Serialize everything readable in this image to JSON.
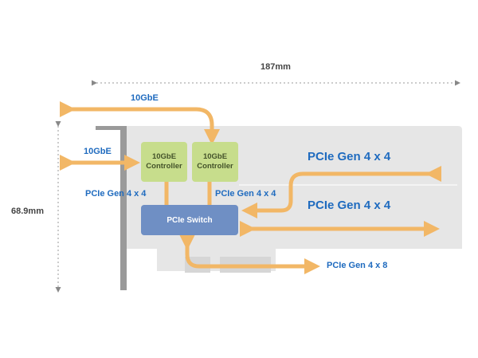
{
  "dimensions": {
    "length": "187mm",
    "height": "68.9mm"
  },
  "chips": {
    "controller_1": {
      "line1": "10GbE",
      "line2": "Controller"
    },
    "controller_2": {
      "line1": "10GbE",
      "line2": "Controller"
    },
    "switch": "PCIe Switch"
  },
  "labels": {
    "top_10gbe": "10GbE",
    "left_10gbe": "10GbE",
    "pcie_left": "PCIe Gen 4 x 4",
    "pcie_mid": "PCIe Gen 4 x 4",
    "pcie_upper": "PCIe Gen 4 x 4",
    "pcie_lower": "PCIe Gen 4 x 4",
    "pcie_bottom": "PCIe Gen 4 x 8"
  },
  "colors": {
    "arrow": "#f2b766",
    "board": "#e6e6e6",
    "bracket": "#9a9a9a",
    "chip_green": "#c7dd8c",
    "switch_blue": "#6f8fc4",
    "label_blue": "#1f6bbf"
  }
}
